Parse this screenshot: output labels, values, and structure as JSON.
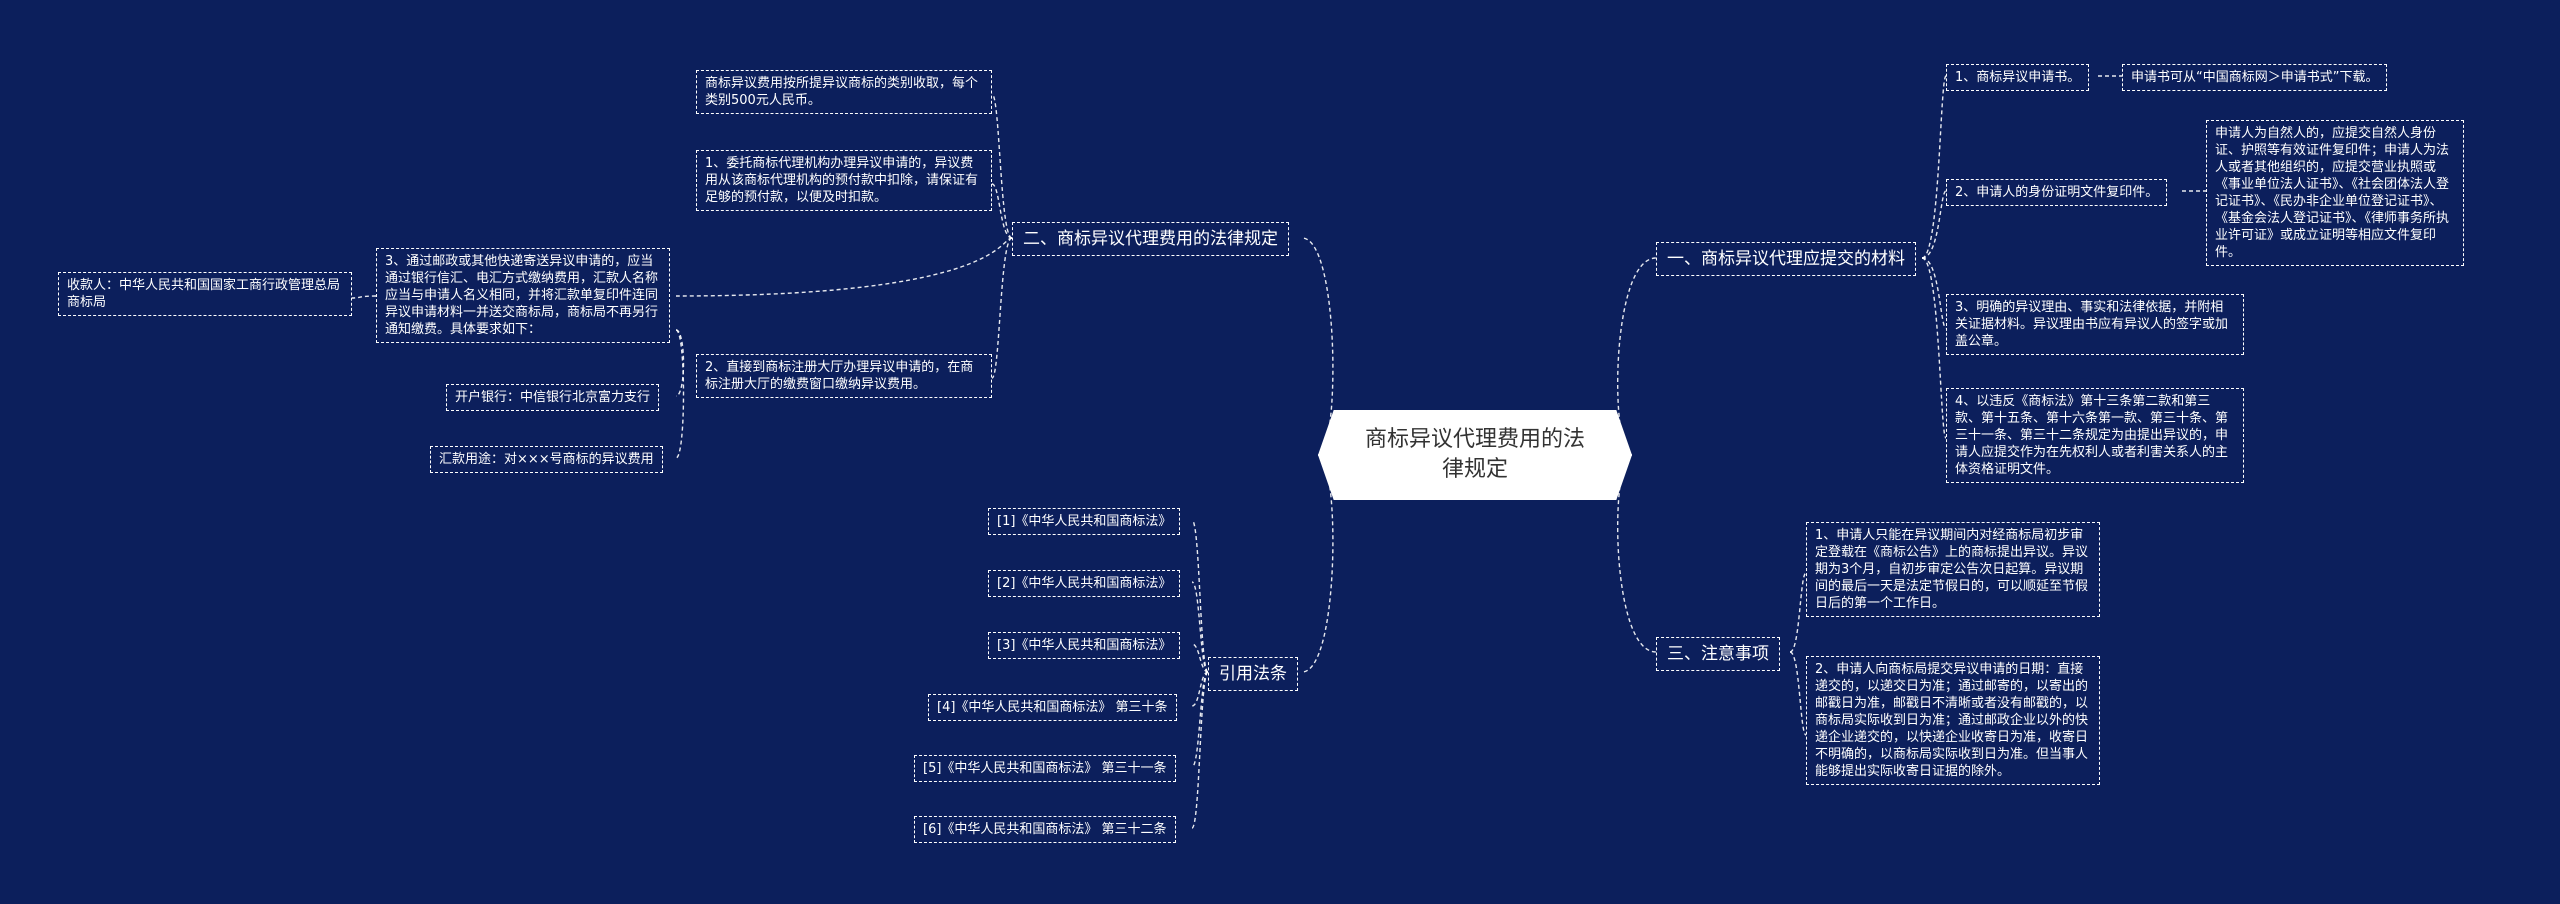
{
  "root": "商标异议代理费用的法律规定",
  "branches": {
    "b1": "一、商标异议代理应提交的材料",
    "b2": "二、商标异议代理费用的法律规定",
    "b3": "三、注意事项",
    "b4": "引用法条"
  },
  "b1_items": {
    "i1": "1、商标异议申请书。",
    "i1_note": "申请书可从“中国商标网＞申请书式”下载。",
    "i2": "2、申请人的身份证明文件复印件。",
    "i2_note": "申请人为自然人的，应提交自然人身份证、护照等有效证件复印件；申请人为法人或者其他组织的，应提交营业执照或《事业单位法人证书》、《社会团体法人登记证书》、《民办非企业单位登记证书》、《基金会法人登记证书》、《律师事务所执业许可证》或成立证明等相应文件复印件。",
    "i3": "3、明确的异议理由、事实和法律依据，并附相关证据材料。异议理由书应有异议人的签字或加盖公章。",
    "i4": "4、以违反《商标法》第十三条第二款和第三款、第十五条、第十六条第一款、第三十条、第三十一条、第三十二条规定为由提出异议的，申请人应提交作为在先权利人或者利害关系人的主体资格证明文件。"
  },
  "b2_items": {
    "i0": "商标异议费用按所提异议商标的类别收取，每个类别500元人民币。",
    "i1": "1、委托商标代理机构办理异议申请的，异议费用从该商标代理机构的预付款中扣除，请保证有足够的预付款，以便及时扣款。",
    "i2": "2、直接到商标注册大厅办理异议申请的，在商标注册大厅的缴费窗口缴纳异议费用。",
    "i3": "3、通过邮政或其他快递寄送异议申请的，应当通过银行信汇、电汇方式缴纳费用，汇款人名称应当与申请人名义相同，并将汇款单复印件连同异议申请材料一并送交商标局，商标局不再另行通知缴费。具体要求如下：",
    "s1": "收款人：中华人民共和国国家工商行政管理总局商标局",
    "s2": "开户银行：中信银行北京富力支行",
    "s3": "汇款用途：对×××号商标的异议费用"
  },
  "b3_items": {
    "i1": "1、申请人只能在异议期间内对经商标局初步审定登载在《商标公告》上的商标提出异议。异议期为3个月，自初步审定公告次日起算。异议期间的最后一天是法定节假日的，可以顺延至节假日后的第一个工作日。",
    "i2": "2、申请人向商标局提交异议申请的日期：直接递交的，以递交日为准；通过邮寄的，以寄出的邮戳日为准，邮戳日不清晰或者没有邮戳的，以商标局实际收到日为准；通过邮政企业以外的快递企业递交的，以快递企业收寄日为准，收寄日不明确的，以商标局实际收到日为准。但当事人能够提出实际收寄日证据的除外。"
  },
  "b4_items": {
    "r1": "[1]《中华人民共和国商标法》",
    "r2": "[2]《中华人民共和国商标法》",
    "r3": "[3]《中华人民共和国商标法》",
    "r4": "[4]《中华人民共和国商标法》 第三十条",
    "r5": "[5]《中华人民共和国商标法》 第三十一条",
    "r6": "[6]《中华人民共和国商标法》 第三十二条"
  },
  "colors": {
    "background": "#0c1f5c",
    "line": "#ffffff",
    "root_fill": "#ffffff",
    "root_text": "#333333"
  }
}
